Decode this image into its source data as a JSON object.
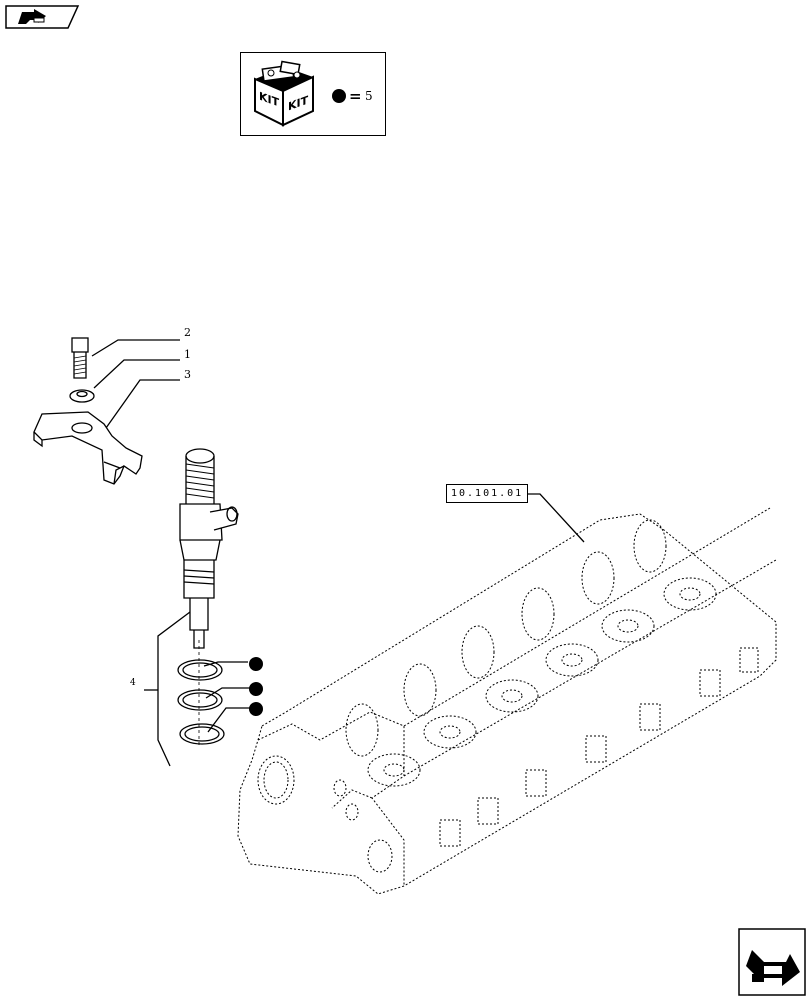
{
  "kit": {
    "label_left": "KIT",
    "label_right": "KIT",
    "equals": "=",
    "number": "5"
  },
  "callouts": {
    "c1": "1",
    "c2": "2",
    "c3": "3",
    "c4": "4"
  },
  "reference_link": "10.101.01",
  "icons": {
    "top": "previous-page-arrow-icon",
    "bottom": "next-page-arrow-icon"
  }
}
